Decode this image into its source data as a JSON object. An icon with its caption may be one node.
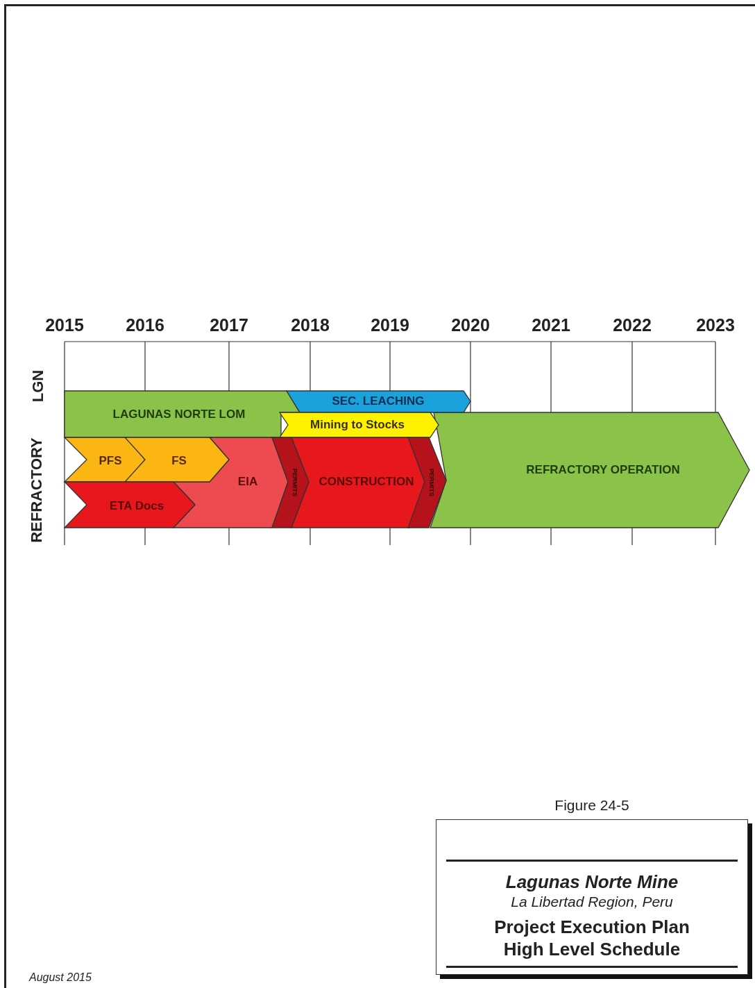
{
  "diagram": {
    "title": "Project Execution Plan High Level Schedule",
    "caption": "Figure 24-5",
    "nodes": [
      {
        "text": [
          "LAGUNAS NORTE LOM"
        ]
      },
      {
        "text": [
          "SEC. LEACHING"
        ]
      },
      {
        "text": [
          "Mining to Stocks"
        ]
      },
      {
        "text": [
          "PFS"
        ]
      },
      {
        "text": [
          "FS"
        ]
      },
      {
        "text": [
          "EIA"
        ]
      },
      {
        "text": [
          "ETA Docs"
        ]
      },
      {
        "text": [
          "PERMITS"
        ]
      },
      {
        "text": [
          "CONSTRUCTION"
        ]
      },
      {
        "text": [
          "PERMITS"
        ]
      },
      {
        "text": [
          "REFRACTORY OPERATION"
        ]
      }
    ],
    "labels": [
      "2015",
      "2016",
      "2017",
      "2018",
      "2019",
      "2020",
      "2021",
      "2022",
      "2023",
      "LGN",
      "REFRACTORY",
      "Lagunas Norte Mine",
      "La Libertad Region, Peru",
      "August 2015"
    ]
  }
}
